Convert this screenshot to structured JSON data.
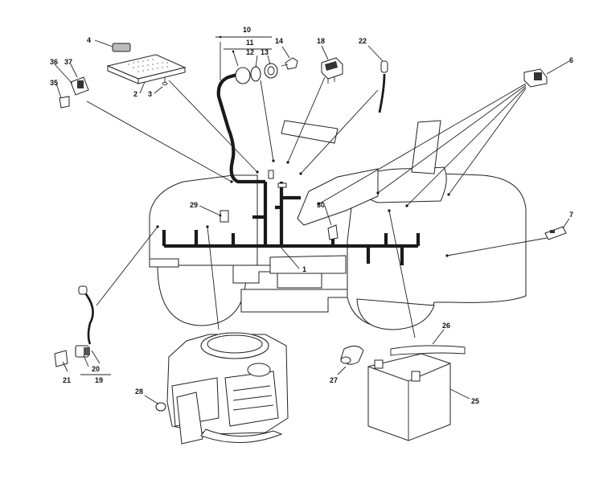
{
  "diagram": {
    "labels": {
      "p1": "1",
      "p2": "2",
      "p3": "3",
      "p4": "4",
      "p6": "6",
      "p7": "7",
      "p10": "10",
      "p11": "11",
      "p12": "12",
      "p13": "13",
      "p14": "14",
      "p18": "18",
      "p19": "19",
      "p20": "20",
      "p21": "21",
      "p22": "22",
      "p25": "25",
      "p26": "26",
      "p27": "27",
      "p28": "28",
      "p29": "29",
      "p30": "30",
      "p35": "35",
      "p36": "36",
      "p37": "37"
    },
    "colors": {
      "line": "#222222",
      "harness": "#1a1a1a",
      "background": "#ffffff"
    }
  }
}
